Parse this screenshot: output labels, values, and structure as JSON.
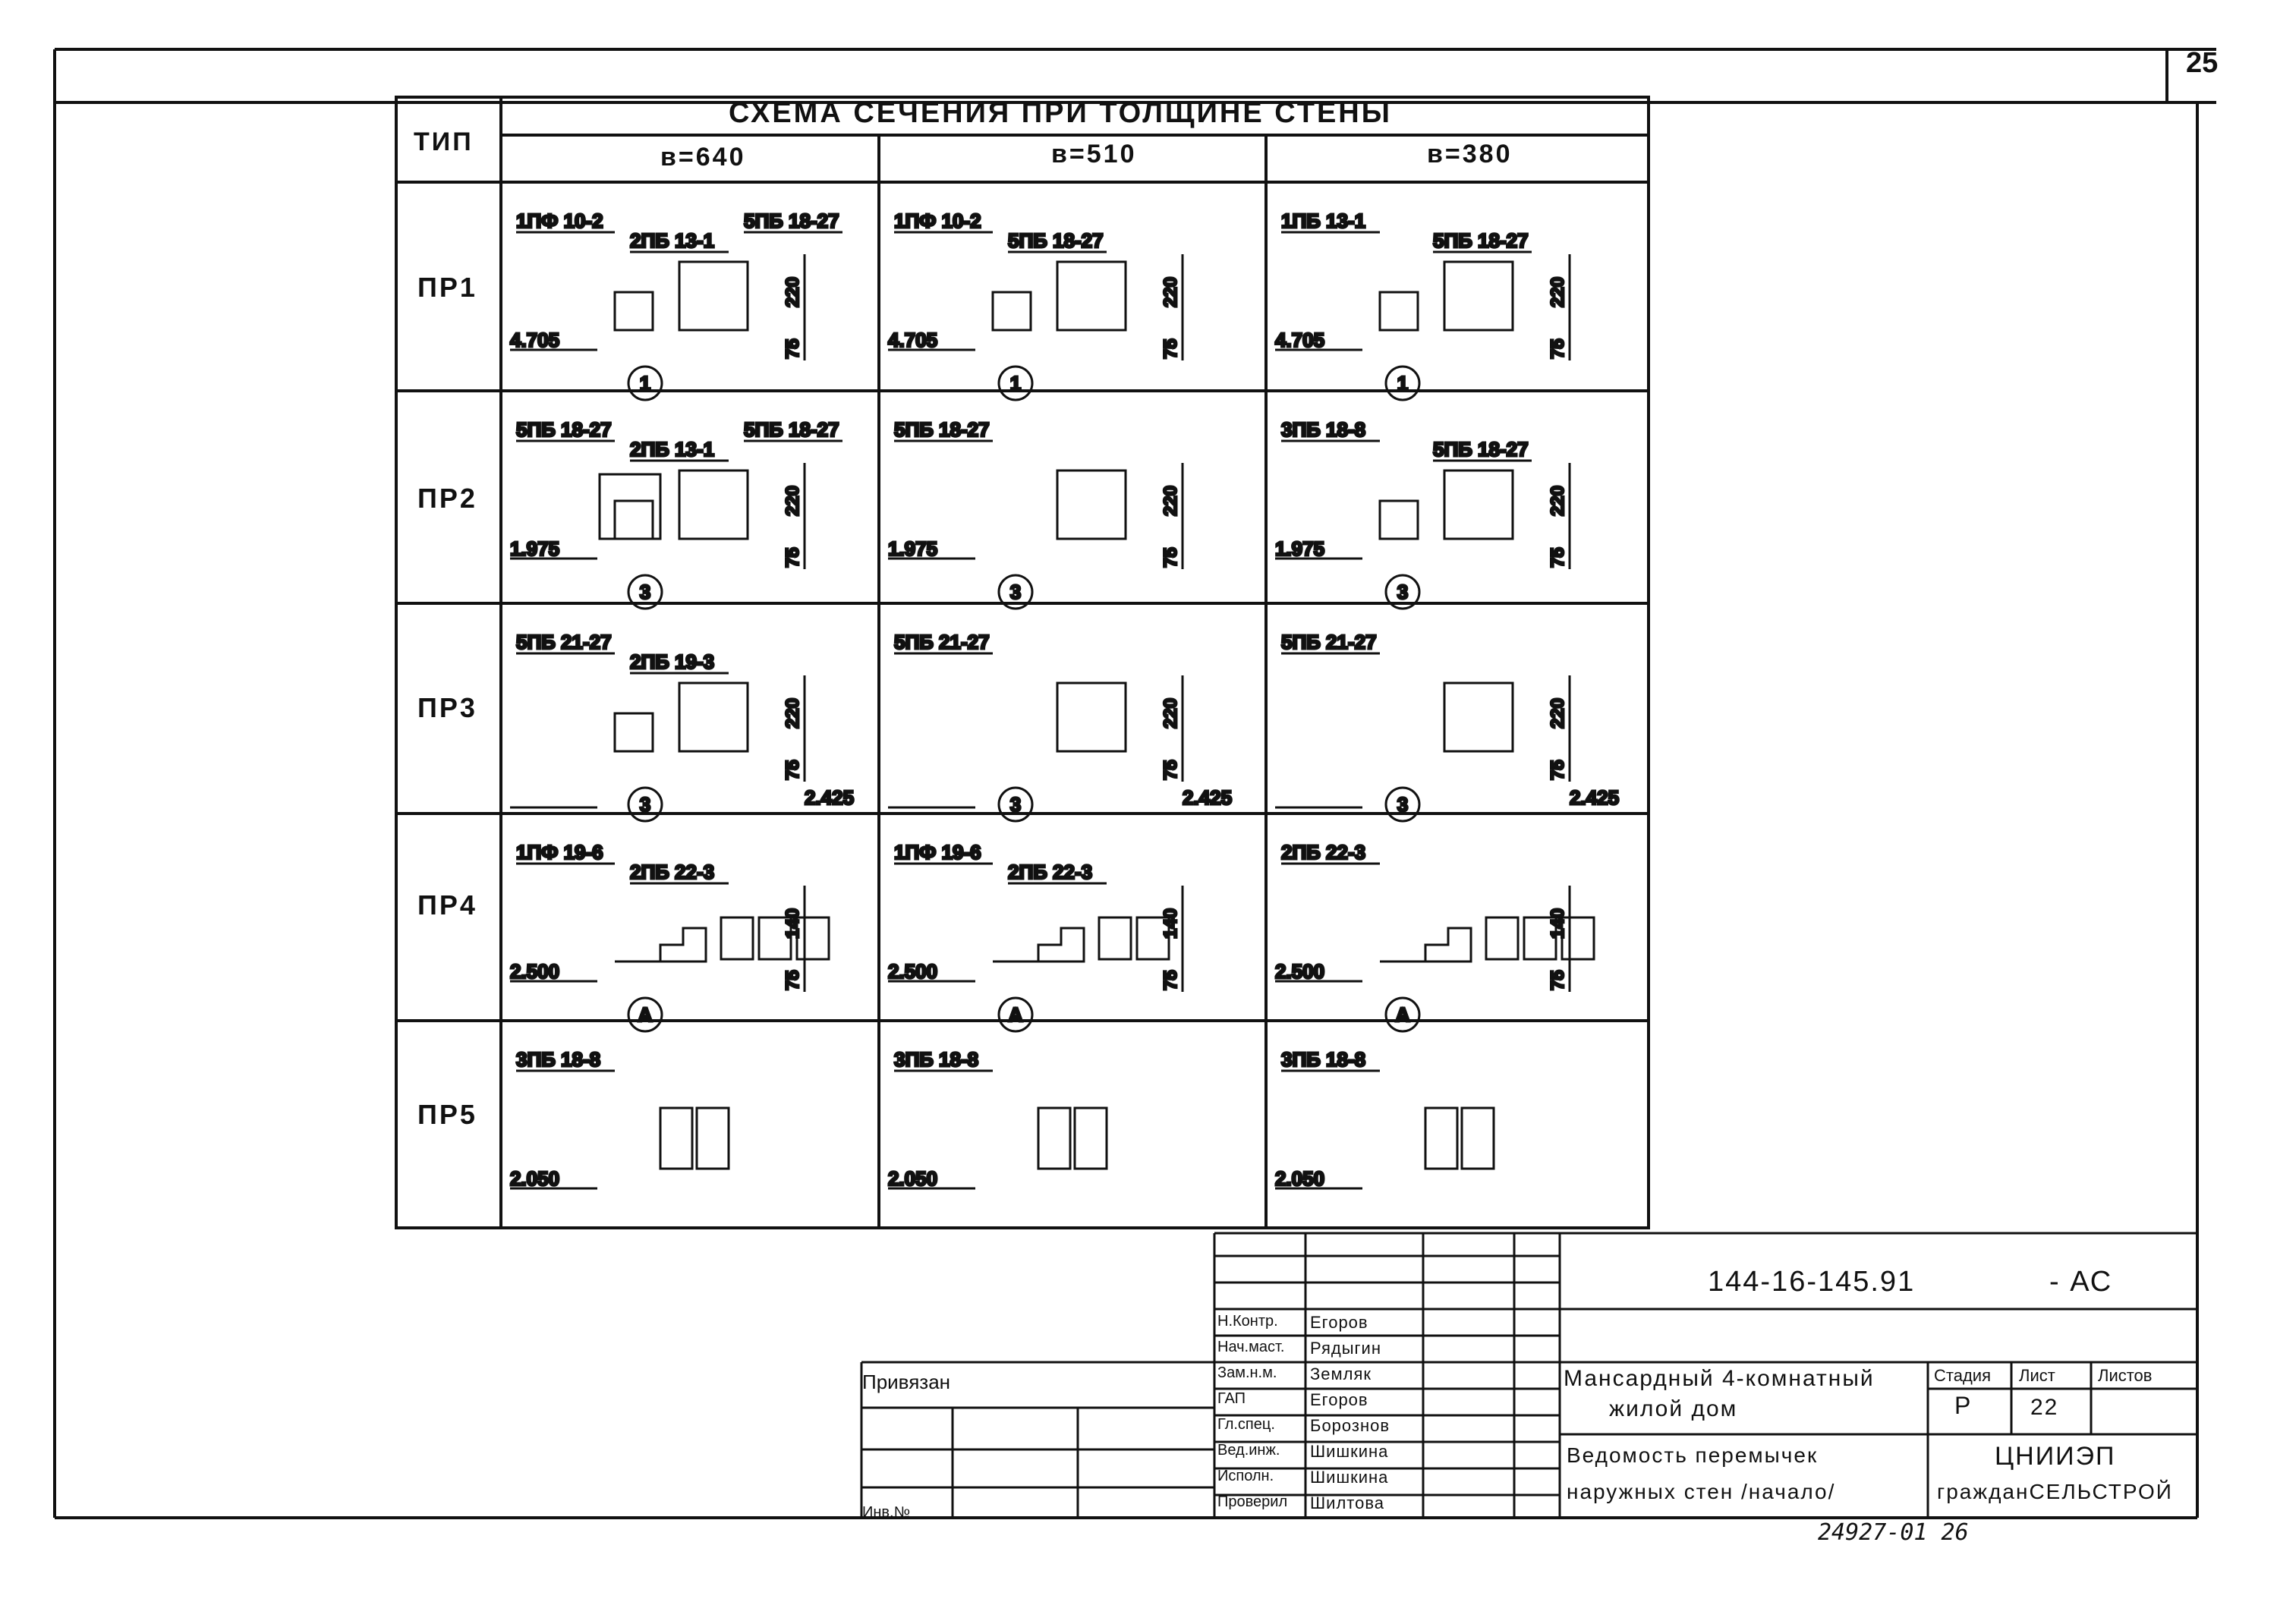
{
  "sheet": {
    "page_number": "25",
    "archive_number": "24927-01 26"
  },
  "table": {
    "type_header": "ТИП",
    "scheme_header": "СХЕМА СЕЧЕНИЯ ПРИ ТОЛЩИНЕ СТЕНЫ",
    "thickness_headers": [
      "в=640",
      "в=510",
      "в=380"
    ],
    "rows": [
      {
        "type": "ПР1",
        "cells": [
          {
            "labels": [
              "1ПФ 10-2",
              "2ПБ 13-1",
              "5ПБ 18-27"
            ],
            "dims": [
              "220",
              "75"
            ],
            "elevation": "4.705",
            "marker": "1"
          },
          {
            "labels": [
              "1ПФ 10-2",
              "5ПБ 18-27"
            ],
            "dims": [
              "220",
              "75"
            ],
            "elevation": "4.705",
            "marker": "1"
          },
          {
            "labels": [
              "1ПБ 13-1",
              "5ПБ 18-27"
            ],
            "dims": [
              "220",
              "75"
            ],
            "elevation": "4.705",
            "marker": "1"
          }
        ]
      },
      {
        "type": "ПР2",
        "cells": [
          {
            "labels": [
              "5ПБ 18-27",
              "2ПБ 13-1",
              "5ПБ 18-27"
            ],
            "dims": [
              "220",
              "75"
            ],
            "elevation": "1.975",
            "marker": "3"
          },
          {
            "labels": [
              "5ПБ 18-27"
            ],
            "dims": [
              "220",
              "75"
            ],
            "elevation": "1.975",
            "marker": "3"
          },
          {
            "labels": [
              "3ПБ 18-8",
              "5ПБ 18-27"
            ],
            "dims": [
              "220",
              "75"
            ],
            "elevation": "1.975",
            "marker": "3"
          }
        ]
      },
      {
        "type": "ПР3",
        "cells": [
          {
            "labels": [
              "5ПБ 21-27",
              "2ПБ 19-3"
            ],
            "dims": [
              "220",
              "75"
            ],
            "elevation": "2.425",
            "marker": "3"
          },
          {
            "labels": [
              "5ПБ 21-27"
            ],
            "dims": [
              "220",
              "75"
            ],
            "elevation": "2.425",
            "marker": "3"
          },
          {
            "labels": [
              "5ПБ 21-27"
            ],
            "dims": [
              "220",
              "75"
            ],
            "elevation": "2.425",
            "marker": "3"
          }
        ]
      },
      {
        "type": "ПР4",
        "cells": [
          {
            "labels": [
              "1ПФ 19-6",
              "2ПБ 22-3"
            ],
            "dims": [
              "140",
              "75"
            ],
            "elevation": "2.500",
            "marker": "А"
          },
          {
            "labels": [
              "1ПФ 19-6",
              "2ПБ 22-3"
            ],
            "dims": [
              "140",
              "75"
            ],
            "elevation": "2.500",
            "marker": "А"
          },
          {
            "labels": [
              "2ПБ 22-3"
            ],
            "dims": [
              "140",
              "75"
            ],
            "elevation": "2.500",
            "marker": "А"
          }
        ]
      },
      {
        "type": "ПР5",
        "cells": [
          {
            "labels": [
              "3ПБ 18-8"
            ],
            "dims": [],
            "elevation": "2.050",
            "marker": ""
          },
          {
            "labels": [
              "3ПБ 18-8"
            ],
            "dims": [],
            "elevation": "2.050",
            "marker": ""
          },
          {
            "labels": [
              "3ПБ 18-8"
            ],
            "dims": [],
            "elevation": "2.050",
            "marker": ""
          }
        ]
      }
    ]
  },
  "stamp": {
    "privyazan": "Привязан",
    "inv_no": "Инв.№",
    "code": "144-16-145.91",
    "suffix": "- АС",
    "roles": [
      {
        "role": "Н.Контр.",
        "name": "Егоров"
      },
      {
        "role": "Нач.маст.",
        "name": "Рядыгин"
      },
      {
        "role": "Зам.н.м.",
        "name": "Земляк"
      },
      {
        "role": "ГАП",
        "name": "Егоров"
      },
      {
        "role": "Гл.спец.",
        "name": "Борознов"
      },
      {
        "role": "Вед.инж.",
        "name": "Шишкина"
      },
      {
        "role": "Исполн.",
        "name": "Шишкина"
      },
      {
        "role": "Проверил",
        "name": "Шилтова"
      }
    ],
    "project_title_1": "Мансардный 4-комнатный",
    "project_title_2": "жилой дом",
    "sheet_title_1": "Ведомость перемычек",
    "sheet_title_2": "наружных стен /начало/",
    "stage_header": "Стадия",
    "sheet_header": "Лист",
    "sheets_header": "Листов",
    "stage_value": "Р",
    "sheet_value": "22",
    "org_1": "ЦНИИЭП",
    "org_2": "гражданСЕЛЬСТРОЙ"
  }
}
